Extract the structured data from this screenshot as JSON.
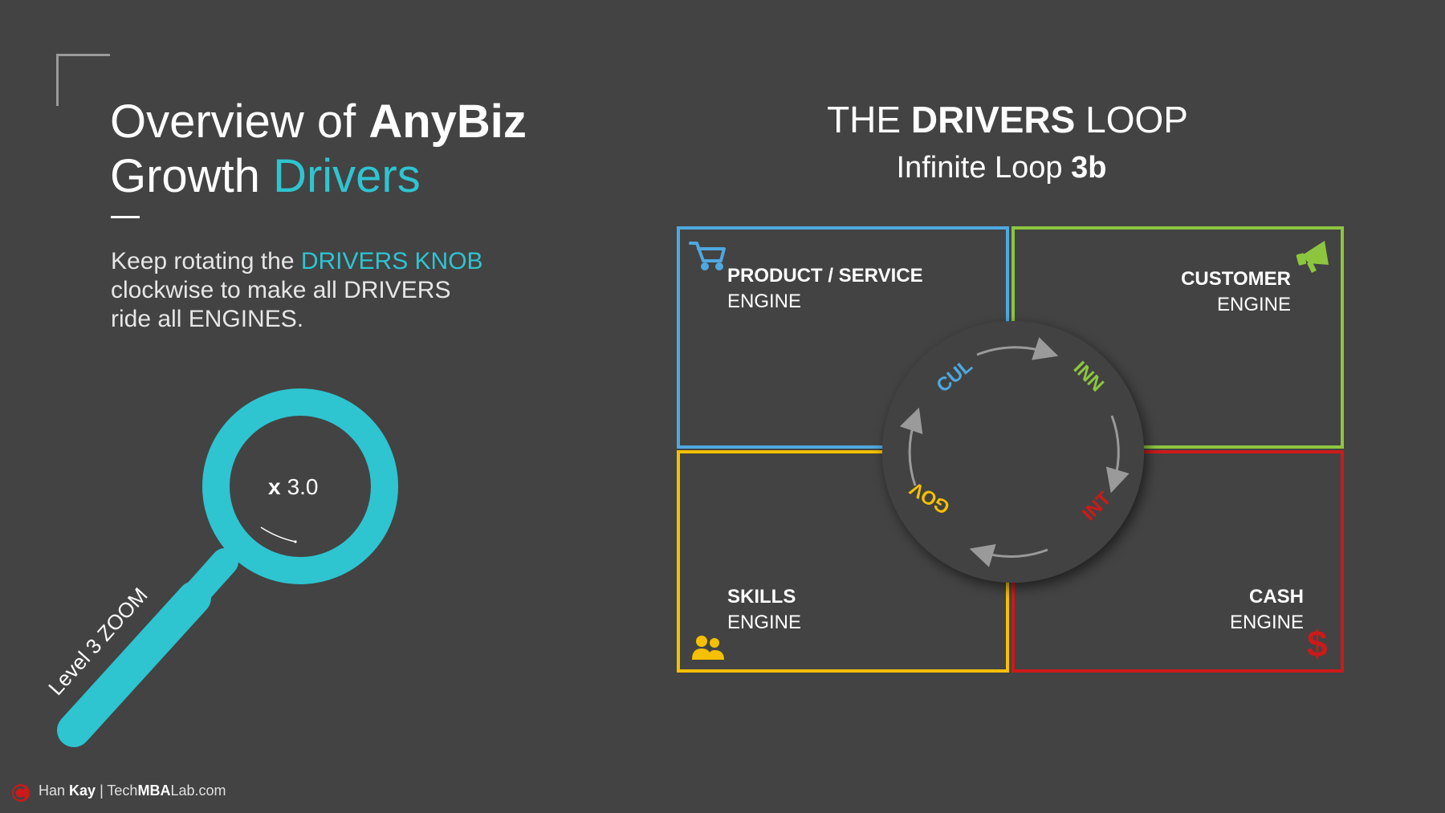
{
  "left": {
    "title_line1_regular": "Overview of ",
    "title_line1_bold": "AnyBiz",
    "title_line2_regular": "Growth ",
    "title_line2_accent": "Drivers",
    "desc_line1_a": "Keep rotating the ",
    "desc_line1_accent": "DRIVERS KNOB",
    "desc_line2": "clockwise to make all DRIVERS",
    "desc_line3": "ride all ENGINES."
  },
  "zoom": {
    "multiplier_x": "x",
    "multiplier_value": "3.0",
    "handle_label": "Level 3 ZOOM",
    "color": "#2ec4d0"
  },
  "diagram": {
    "title_a": "THE ",
    "title_bold": "DRIVERS",
    "title_b": " LOOP",
    "subtitle_a": "Infinite Loop ",
    "subtitle_bold": "3b",
    "engines": [
      {
        "name": "PRODUCT / SERVICE",
        "label": "ENGINE",
        "color": "#4fa8e0",
        "icon": "cart-icon"
      },
      {
        "name": "CUSTOMER",
        "label": "ENGINE",
        "color": "#8cc63f",
        "icon": "megaphone-icon"
      },
      {
        "name": "SKILLS",
        "label": "ENGINE",
        "color": "#f5c000",
        "icon": "people-icon"
      },
      {
        "name": "CASH",
        "label": "ENGINE",
        "color": "#cc1a1a",
        "icon": "dollar-icon"
      }
    ],
    "knob_drivers": [
      {
        "code": "CUL",
        "color": "#4fa8e0"
      },
      {
        "code": "INN",
        "color": "#8cc63f"
      },
      {
        "code": "INT",
        "color": "#cc1a1a"
      },
      {
        "code": "GOV",
        "color": "#f5c000"
      }
    ]
  },
  "footer": {
    "name_a": "Han ",
    "name_bold": "Kay",
    "sep": " | ",
    "site_a": "Tech",
    "site_bold": "MBA",
    "site_b": "Lab.com"
  }
}
